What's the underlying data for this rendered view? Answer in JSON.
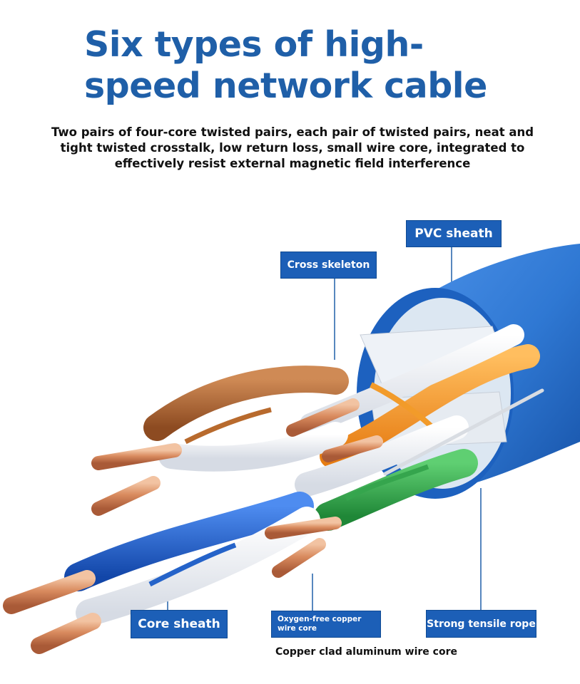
{
  "title": "Six types of high-speed network cable",
  "subtitle": "Two pairs of four-core twisted pairs, each pair of twisted pairs, neat and tight twisted crosstalk, low return loss, small wire core, integrated to effectively resist external magnetic field interference",
  "labels": {
    "pvc_sheath": "PVC sheath",
    "cross_skeleton": "Cross skeleton",
    "core_sheath": "Core sheath",
    "oxygen_free_copper": "Oxygen-free copper wire core",
    "strong_tensile_rope": "Strong tensile rope",
    "copper_clad_aluminum": "Copper clad aluminum wire core"
  },
  "colors": {
    "title_blue": "#1f5fa8",
    "label_blue": "#1c5fb7",
    "cable_blue": "#2f78d3",
    "orange_wire": "#f29b2a",
    "brown_wire": "#b86a2d",
    "green_wire": "#35a54d",
    "blue_wire": "#2563c9",
    "copper": "#d98b5f"
  }
}
